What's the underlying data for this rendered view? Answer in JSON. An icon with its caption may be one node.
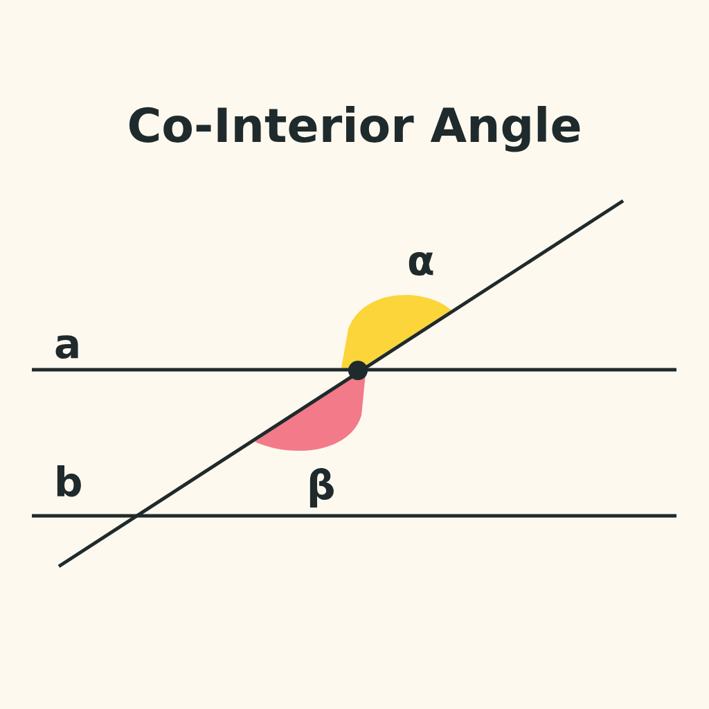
{
  "diagram": {
    "title": "Co-Interior Angle",
    "labels": [
      "α",
      "a",
      "b",
      "β"
    ]
  }
}
